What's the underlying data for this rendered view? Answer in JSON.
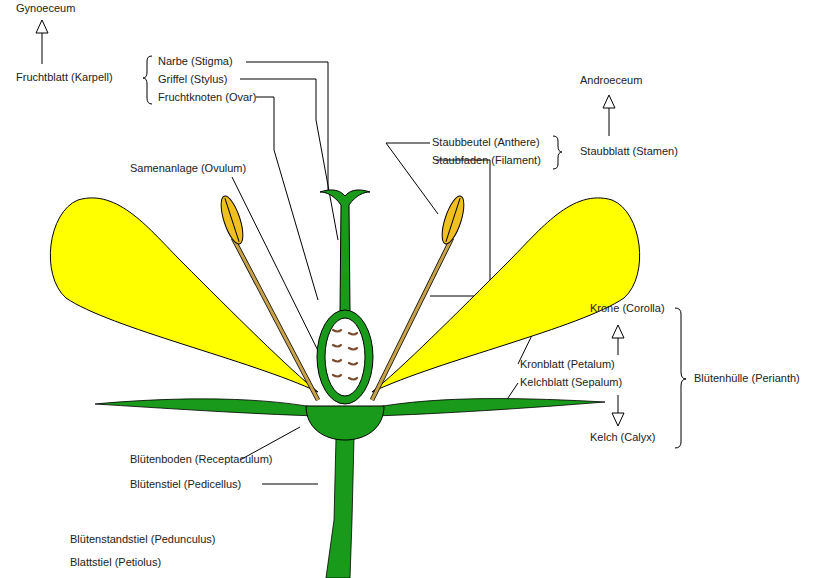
{
  "diagram": {
    "labels": [
      "Gynoeceum",
      "Fruchtblatt (Karpell)",
      "Narbe (Stigma)",
      "Griffel (Stylus)",
      "Fruchtknoten (Ovar)",
      "Androeceum",
      "Samenanlage (Ovulum)",
      "Staubbeutel (Anthere)",
      "Staubfaden (Filament)",
      "Staubblatt (Stamen)",
      "Krone (Corolla)",
      "Kronblatt (Petalum)",
      "Kelchblatt (Sepalum)",
      "Blütenhülle (Perianth)",
      "Kelch (Calyx)",
      "Blütenboden (Receptaculum)",
      "Blütenstiel (Pedicellus)",
      "Blütenstandstiel (Pedunculus)",
      "Blattstiel (Petiolus)"
    ]
  }
}
